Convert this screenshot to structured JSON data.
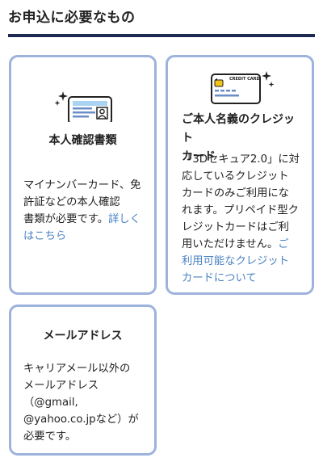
{
  "section": {
    "title": "お申込に必要なもの"
  },
  "cards": {
    "id_doc": {
      "icon": "id-card-icon",
      "title": "本人確認書類",
      "body_line1": "マイナンバーカード、免",
      "body_line2": "許証などの本人確認",
      "body_line3": "書類が必要です。",
      "link_part1": "詳しく",
      "link_part2": "はこちら"
    },
    "credit_card": {
      "icon": "credit-card-icon",
      "icon_label": "CREDIT CARD",
      "title_line1": "ご本人名義のクレジット",
      "title_line2": "カード",
      "body_line1": "「3Dセキュア2.0」に対",
      "body_line2": "応しているクレジット",
      "body_line3": "カードのみご利用にな",
      "body_line4": "れます。プリペイド型ク",
      "body_line5": "レジットカードはご利",
      "body_line6": "用いただけません。",
      "link_part1": "ご",
      "link_part2": "利用可能なクレジット",
      "link_part3": "カードについて"
    },
    "email": {
      "title": "メールアドレス",
      "body_line1": "キャリアメール以外の",
      "body_line2": "メールアドレス",
      "body_line3": "（@gmail,",
      "body_line4": "@yahoo.co.jpなど）が",
      "body_line5": "必要です。"
    }
  },
  "colors": {
    "accent_rule": "#1e2a54",
    "card_border": "#9db3dc",
    "link": "#4a82c3"
  }
}
